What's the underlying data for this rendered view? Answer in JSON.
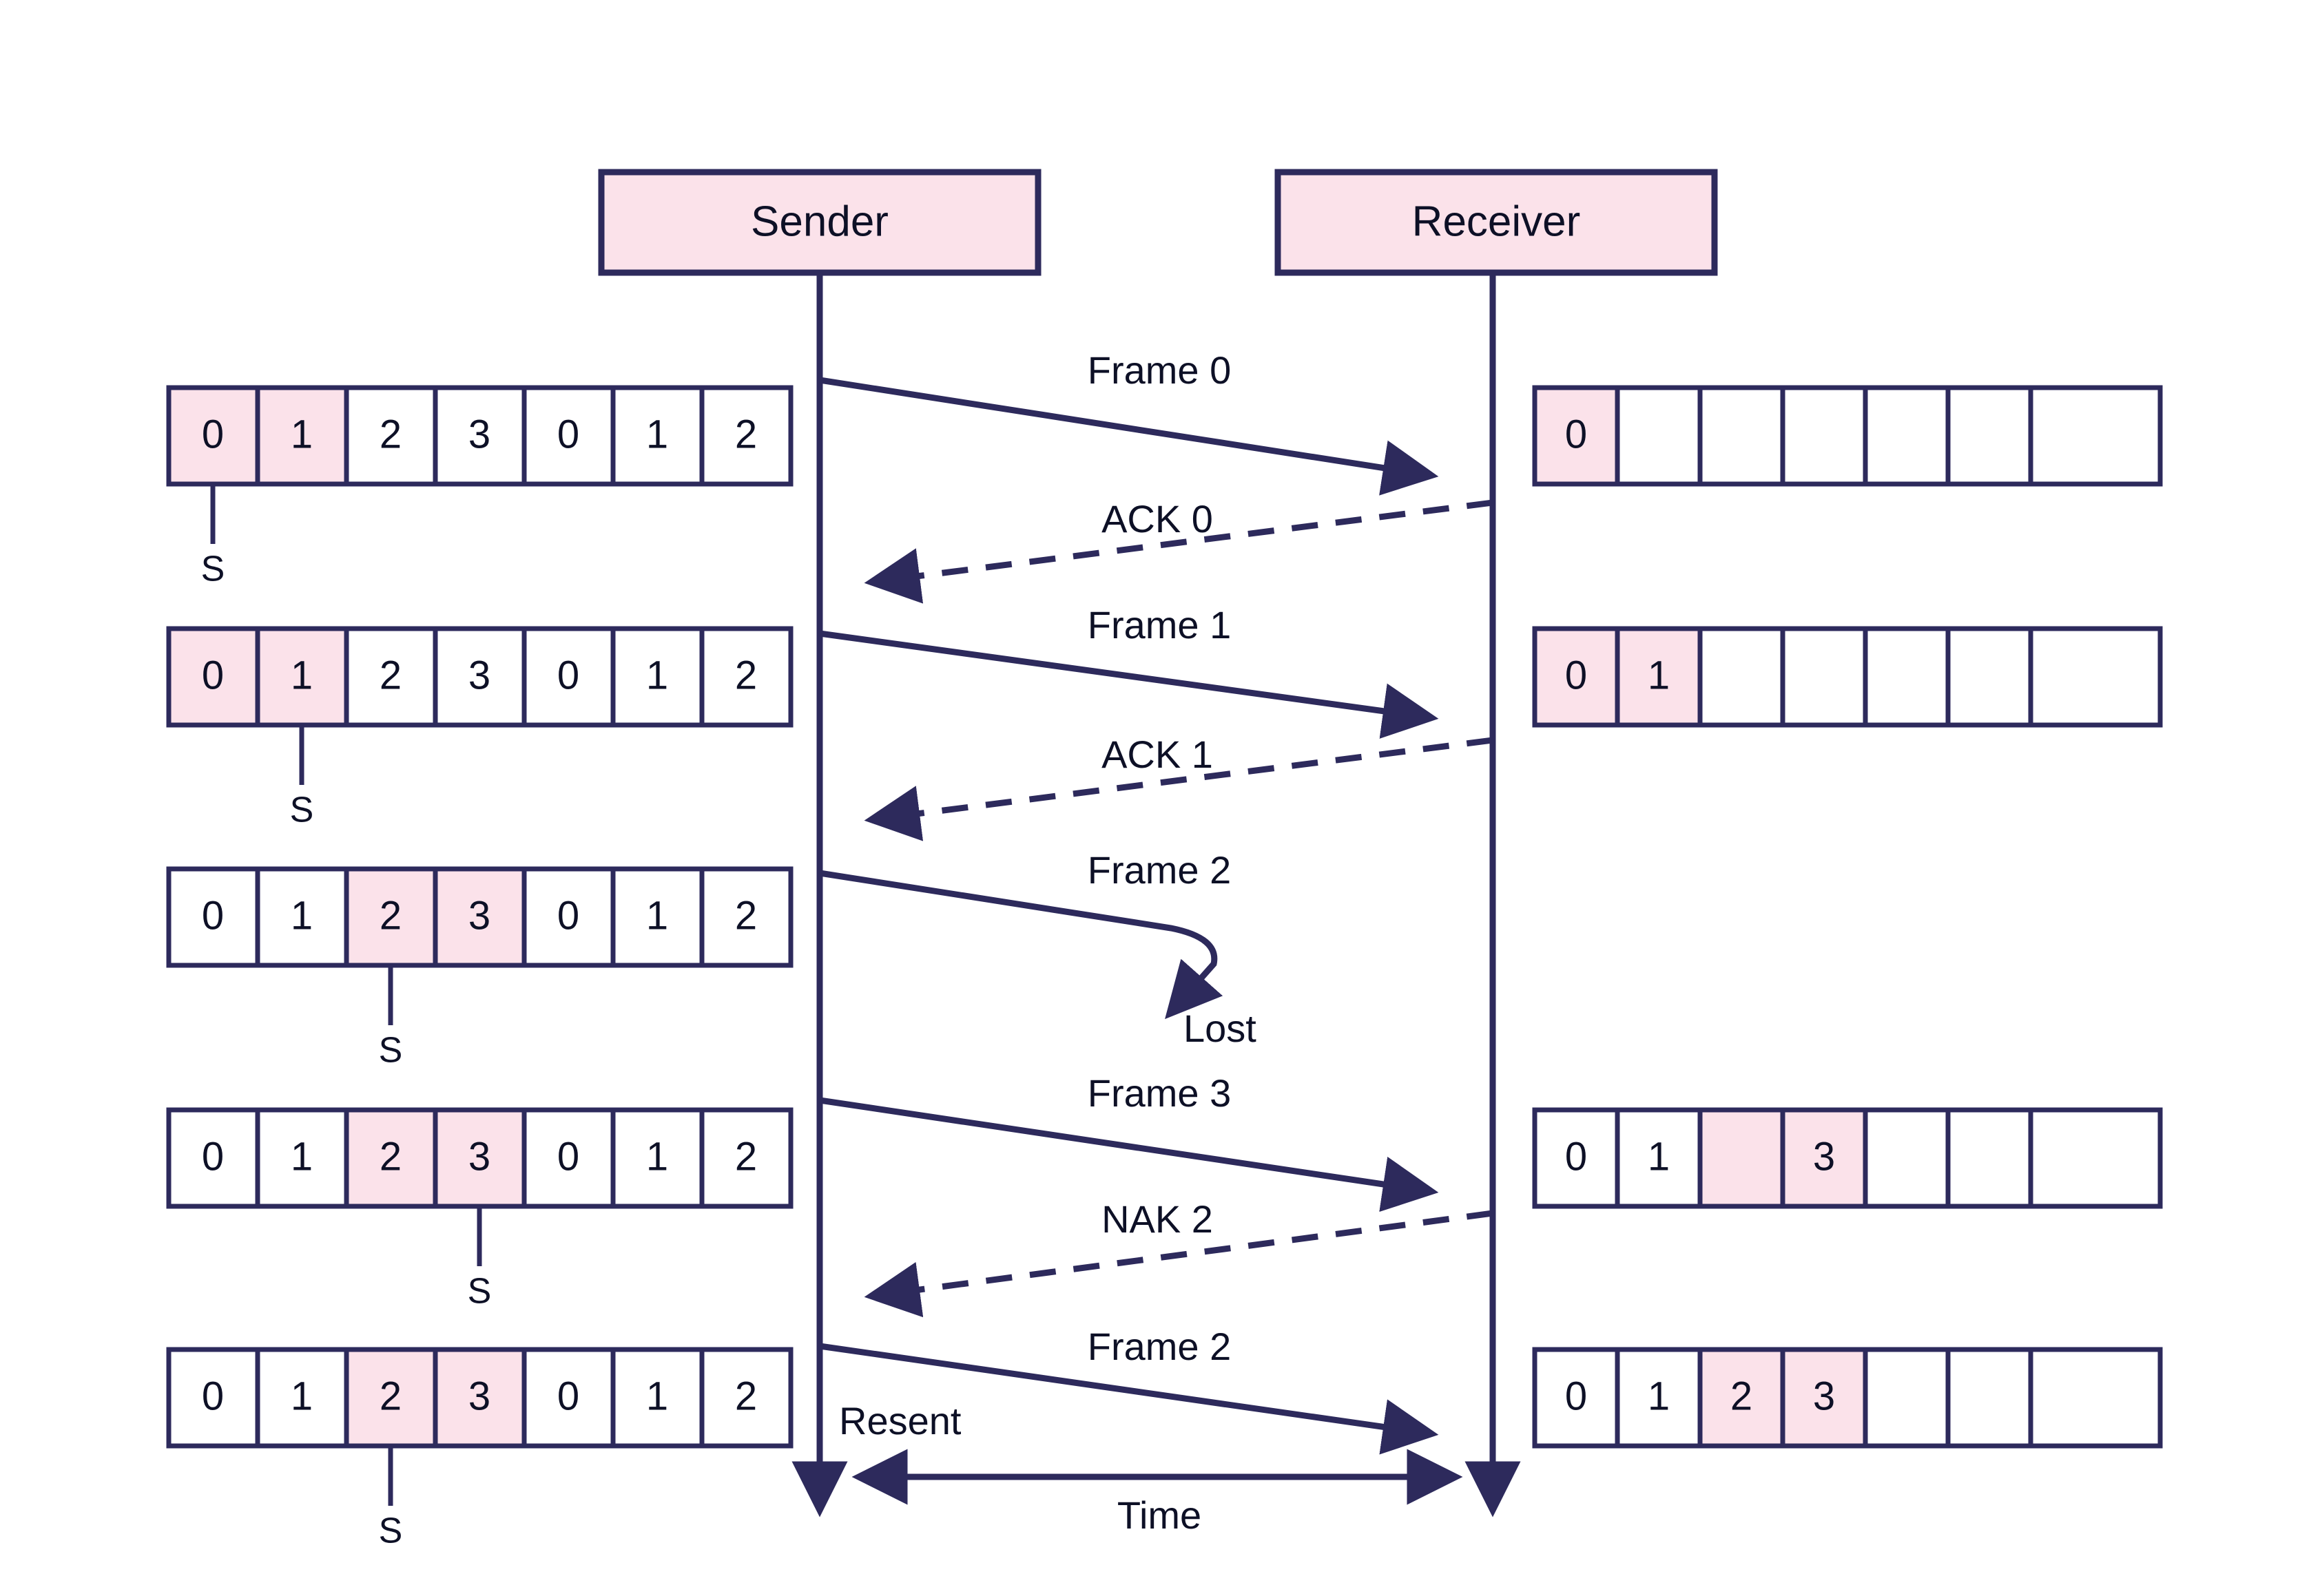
{
  "diagram": {
    "title": "Go-Back-N / Selective Repeat ARQ sequence diagram",
    "colors": {
      "stroke": "#2d2a5c",
      "fill_highlight": "#fbe2ea",
      "fill_plain": "#ffffff",
      "node_fill": "#fbe2ea",
      "background": "#ffffff",
      "text": "#0d1026"
    },
    "nodes": [
      {
        "id": "sender",
        "label": "Sender"
      },
      {
        "id": "receiver",
        "label": "Receiver"
      }
    ],
    "time_axis": {
      "label": "Time",
      "style": "double-headed-arrow"
    },
    "annotations": [
      {
        "id": "lost",
        "label": "Lost"
      },
      {
        "id": "resent",
        "label": "Resent"
      }
    ],
    "messages": [
      {
        "id": "m0",
        "label": "Frame 0",
        "direction": "sender-to-receiver",
        "style": "solid",
        "delivered": true
      },
      {
        "id": "a0",
        "label": "ACK 0",
        "direction": "receiver-to-sender",
        "style": "dashed",
        "delivered": true
      },
      {
        "id": "m1",
        "label": "Frame 1",
        "direction": "sender-to-receiver",
        "style": "solid",
        "delivered": true
      },
      {
        "id": "a1",
        "label": "ACK 1",
        "direction": "receiver-to-sender",
        "style": "dashed",
        "delivered": true
      },
      {
        "id": "m2",
        "label": "Frame 2",
        "direction": "sender-to-receiver",
        "style": "solid",
        "delivered": false
      },
      {
        "id": "m3",
        "label": "Frame 3",
        "direction": "sender-to-receiver",
        "style": "solid",
        "delivered": true
      },
      {
        "id": "n2",
        "label": "NAK 2",
        "direction": "receiver-to-sender",
        "style": "dashed",
        "delivered": true
      },
      {
        "id": "m2r",
        "label": "Frame 2",
        "direction": "sender-to-receiver",
        "style": "solid",
        "delivered": true
      }
    ],
    "sender_windows": [
      {
        "row": 1,
        "cells": [
          "0",
          "1",
          "2",
          "3",
          "0",
          "1",
          "2"
        ],
        "highlighted": [
          0,
          1
        ],
        "pointer": {
          "label": "S",
          "cell_index": 0
        }
      },
      {
        "row": 2,
        "cells": [
          "0",
          "1",
          "2",
          "3",
          "0",
          "1",
          "2"
        ],
        "highlighted": [
          0,
          1
        ],
        "pointer": {
          "label": "S",
          "cell_index": 1
        }
      },
      {
        "row": 3,
        "cells": [
          "0",
          "1",
          "2",
          "3",
          "0",
          "1",
          "2"
        ],
        "highlighted": [
          2,
          3
        ],
        "pointer": {
          "label": "S",
          "cell_index": 2
        }
      },
      {
        "row": 4,
        "cells": [
          "0",
          "1",
          "2",
          "3",
          "0",
          "1",
          "2"
        ],
        "highlighted": [
          2,
          3
        ],
        "pointer": {
          "label": "S",
          "cell_index": 3
        }
      },
      {
        "row": 5,
        "cells": [
          "0",
          "1",
          "2",
          "3",
          "0",
          "1",
          "2"
        ],
        "highlighted": [
          2,
          3
        ],
        "pointer": {
          "label": "S",
          "cell_index": 2
        }
      }
    ],
    "receiver_buffers": [
      {
        "row": 1,
        "cells": [
          "0",
          "",
          "",
          "",
          "",
          "",
          ""
        ],
        "highlighted": [
          0
        ]
      },
      {
        "row": 2,
        "cells": [
          "0",
          "1",
          "",
          "",
          "",
          "",
          ""
        ],
        "highlighted": [
          0,
          1
        ]
      },
      {
        "row": 3,
        "cells": [
          "0",
          "1",
          "",
          "3",
          "",
          "",
          ""
        ],
        "highlighted": [
          2,
          3
        ]
      },
      {
        "row": 4,
        "cells": [
          "0",
          "1",
          "2",
          "3",
          "",
          "",
          ""
        ],
        "highlighted": [
          2,
          3
        ]
      }
    ]
  }
}
